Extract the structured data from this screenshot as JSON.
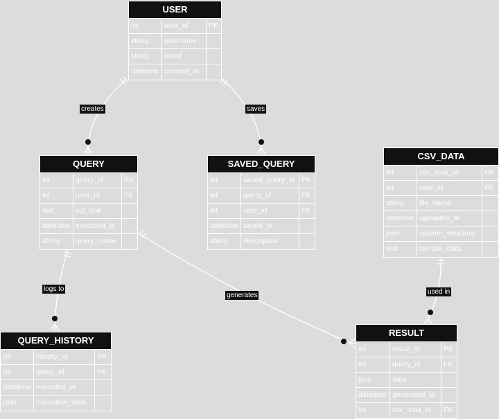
{
  "entities": {
    "user": {
      "name": "USER",
      "rows": [
        [
          "int",
          "user_id",
          "PK"
        ],
        [
          "string",
          "username",
          ""
        ],
        [
          "string",
          "email",
          ""
        ],
        [
          "datetime",
          "created_at",
          ""
        ]
      ]
    },
    "query": {
      "name": "QUERY",
      "rows": [
        [
          "int",
          "query_id",
          "PK"
        ],
        [
          "int",
          "user_id",
          "FK"
        ],
        [
          "text",
          "sql_text",
          ""
        ],
        [
          "datetime",
          "executed_at",
          ""
        ],
        [
          "string",
          "query_name",
          ""
        ]
      ]
    },
    "saved_query": {
      "name": "SAVED_QUERY",
      "rows": [
        [
          "int",
          "saved_query_id",
          "PK"
        ],
        [
          "int",
          "query_id",
          "FK"
        ],
        [
          "int",
          "user_id",
          "FK"
        ],
        [
          "datetime",
          "saved_at",
          ""
        ],
        [
          "string",
          "description",
          ""
        ]
      ]
    },
    "csv_data": {
      "name": "CSV_DATA",
      "rows": [
        [
          "int",
          "csv_data_id",
          "PK"
        ],
        [
          "int",
          "user_id",
          "FK"
        ],
        [
          "string",
          "file_name",
          ""
        ],
        [
          "datetime",
          "uploaded_at",
          ""
        ],
        [
          "json",
          "column_structure",
          ""
        ],
        [
          "text",
          "sample_data",
          ""
        ]
      ]
    },
    "query_history": {
      "name": "QUERY_HISTORY",
      "rows": [
        [
          "int",
          "history_id",
          "PK"
        ],
        [
          "int",
          "query_id",
          "FK"
        ],
        [
          "datetime",
          "executed_at",
          ""
        ],
        [
          "json",
          "execution_stats",
          ""
        ]
      ]
    },
    "result": {
      "name": "RESULT",
      "rows": [
        [
          "int",
          "result_id",
          "PK"
        ],
        [
          "int",
          "query_id",
          "FK"
        ],
        [
          "json",
          "data",
          ""
        ],
        [
          "datetime",
          "generated_at",
          ""
        ],
        [
          "int",
          "csv_data_id",
          "FK"
        ]
      ]
    }
  },
  "relationships": [
    {
      "label": "creates",
      "from": "USER",
      "to": "QUERY"
    },
    {
      "label": "saves",
      "from": "USER",
      "to": "SAVED_QUERY"
    },
    {
      "label": "logs to",
      "from": "QUERY",
      "to": "QUERY_HISTORY"
    },
    {
      "label": "generates",
      "from": "QUERY",
      "to": "RESULT"
    },
    {
      "label": "used in",
      "from": "CSV_DATA",
      "to": "RESULT"
    }
  ],
  "colors": {
    "background": "#dcdcdc",
    "header": "#111111",
    "line": "#ffffff",
    "text": "#ffffff"
  }
}
